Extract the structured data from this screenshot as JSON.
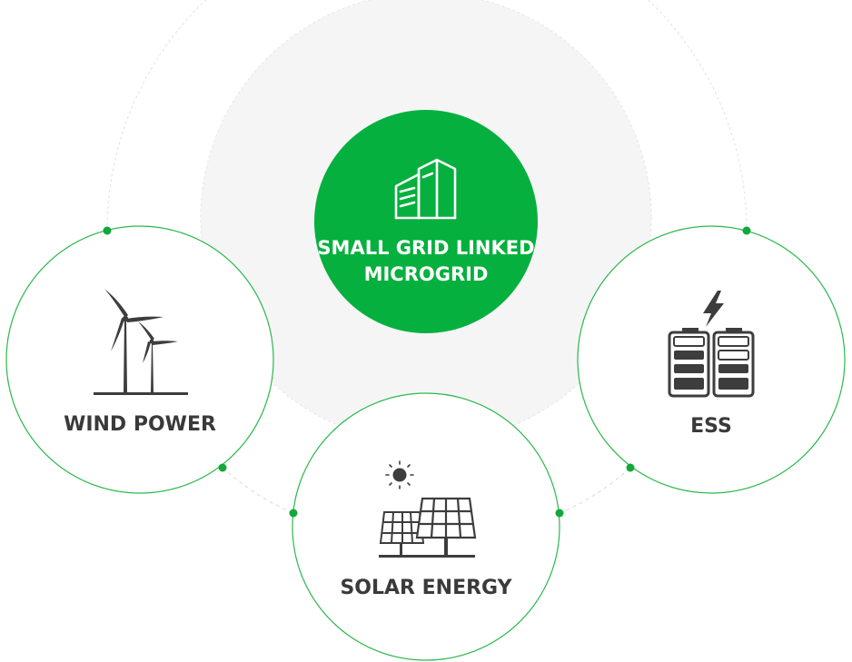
{
  "colors": {
    "brand_green": "#05b03e",
    "ring_green": "#2cb84e",
    "icon_dark": "#3d3d3d",
    "halo_gray": "#f4f4f4",
    "dash_gray": "#d6d6d6"
  },
  "center": {
    "label_line1": "SMALL GRID LINKED",
    "label_line2": "MICROGRID",
    "icon": "building-icon"
  },
  "nodes": [
    {
      "id": "wind",
      "label": "WIND POWER",
      "icon": "wind-turbine-icon"
    },
    {
      "id": "solar",
      "label": "SOLAR ENERGY",
      "icon": "solar-panel-icon"
    },
    {
      "id": "ess",
      "label": "ESS",
      "icon": "battery-storage-icon"
    }
  ]
}
